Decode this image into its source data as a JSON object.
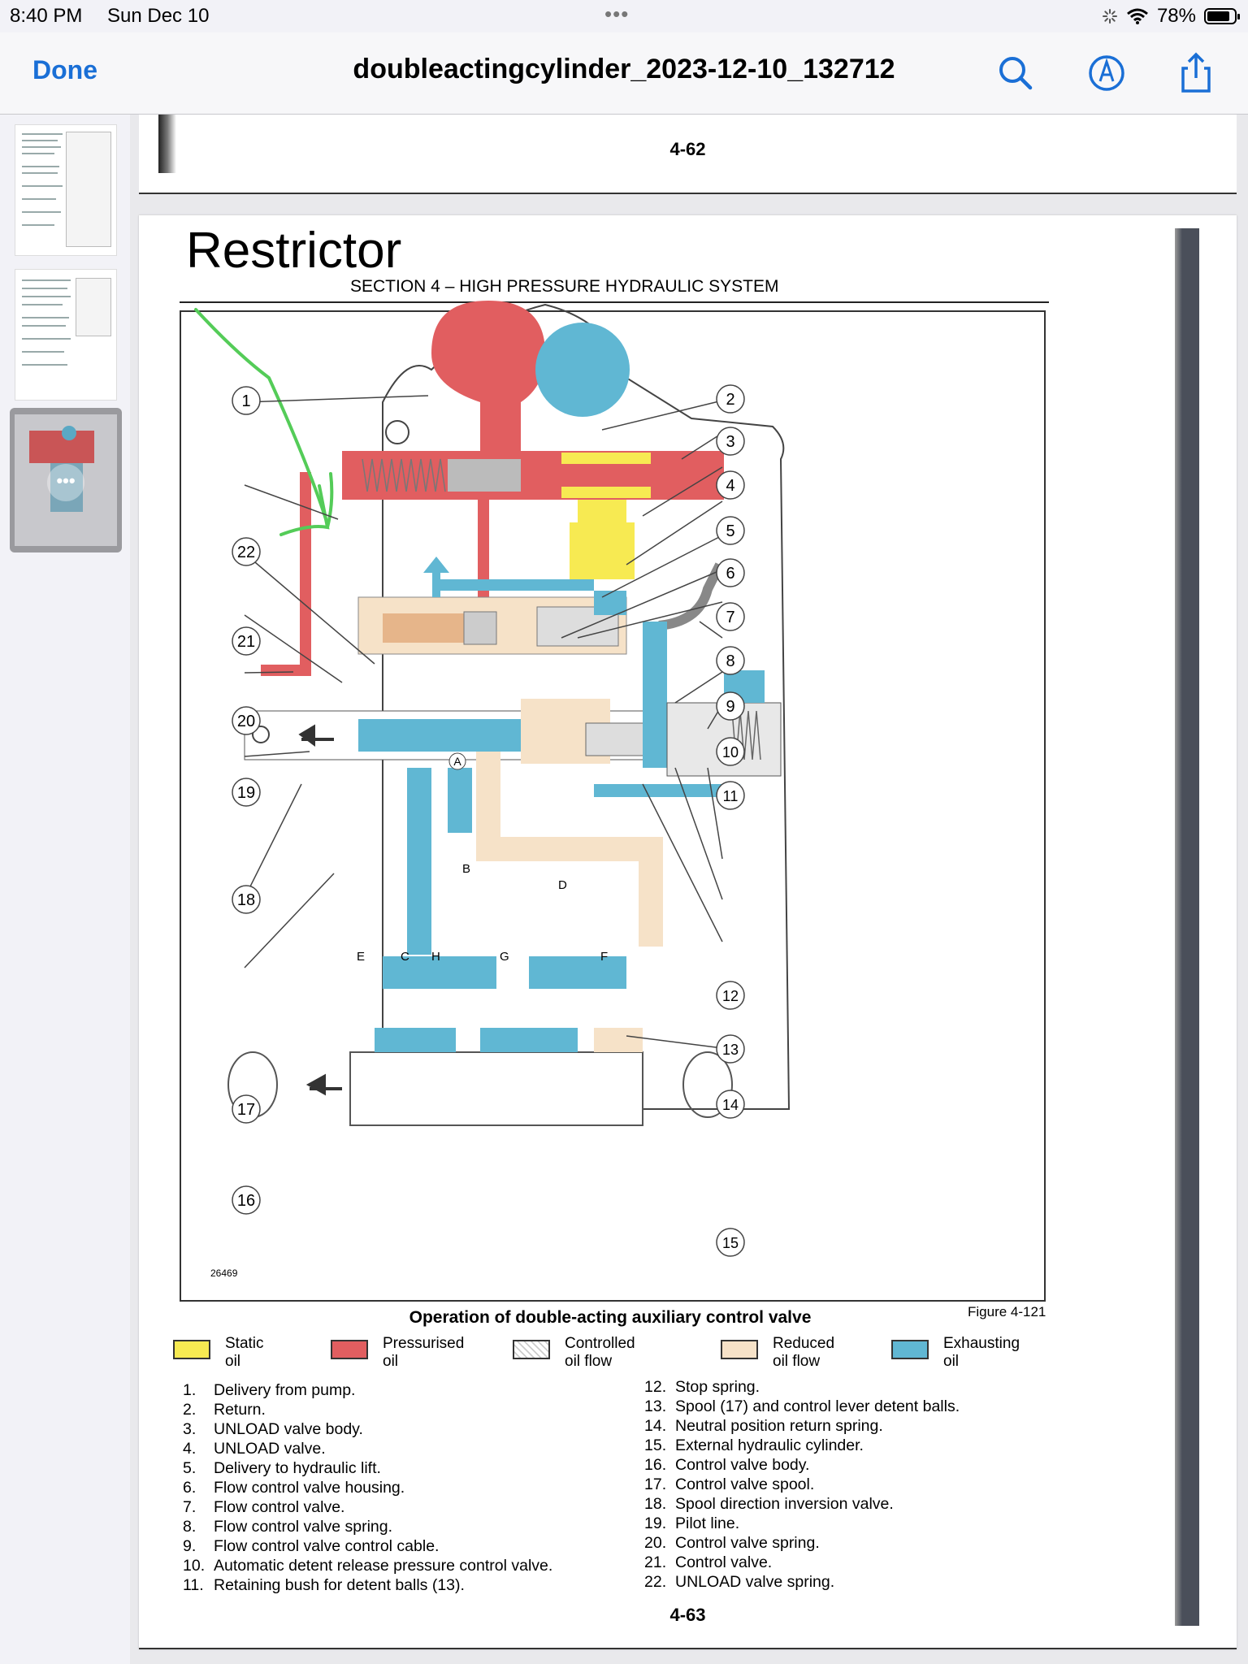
{
  "status_bar": {
    "time": "8:40 PM",
    "date": "Sun Dec 10",
    "battery_percent": "78%",
    "battery_level": 0.78
  },
  "nav": {
    "done_label": "Done",
    "title": "doubleactingcylinder_2023-12-10_132712",
    "icons": [
      "search-icon",
      "markup-icon",
      "share-icon"
    ],
    "accent_color": "#1a6fd6"
  },
  "sidebar": {
    "selected_index": 2,
    "thumbnail_count": 3
  },
  "prev_page": {
    "page_number": "4-62"
  },
  "page": {
    "annotation": "Restrictor",
    "section_header": "SECTION 4 – HIGH PRESSURE HYDRAULIC SYSTEM",
    "reference_number": "26469",
    "caption": "Operation of double-acting auxiliary control valve",
    "figure_number": "Figure 4-121",
    "page_number": "4-63",
    "callouts": [
      "1",
      "2",
      "3",
      "4",
      "5",
      "6",
      "7",
      "8",
      "9",
      "10",
      "11",
      "12",
      "13",
      "14",
      "15",
      "16",
      "17",
      "18",
      "19",
      "20",
      "21",
      "22"
    ],
    "port_labels": [
      "A",
      "B",
      "C",
      "D",
      "E",
      "F",
      "G",
      "H"
    ],
    "legend": [
      {
        "line1": "Static",
        "line2": "oil",
        "color": "#f7ea52"
      },
      {
        "line1": "Pressurised",
        "line2": "oil",
        "color": "#e15e60"
      },
      {
        "line1": "Controlled",
        "line2": "oil flow",
        "color": "#ffffff"
      },
      {
        "line1": "Reduced",
        "line2": "oil flow",
        "color": "#f6e2c8"
      },
      {
        "line1": "Exhausting",
        "line2": "oil",
        "color": "#60b7d3"
      }
    ],
    "parts_left": [
      {
        "num": "1.",
        "text": "Delivery from pump."
      },
      {
        "num": "2.",
        "text": "Return."
      },
      {
        "num": "3.",
        "text": "UNLOAD valve body."
      },
      {
        "num": "4.",
        "text": "UNLOAD valve."
      },
      {
        "num": "5.",
        "text": "Delivery to hydraulic lift."
      },
      {
        "num": "6.",
        "text": "Flow control valve housing."
      },
      {
        "num": "7.",
        "text": "Flow control valve."
      },
      {
        "num": "8.",
        "text": "Flow control valve spring."
      },
      {
        "num": "9.",
        "text": "Flow control valve control cable."
      },
      {
        "num": "10.",
        "text": "Automatic detent release pressure control valve."
      },
      {
        "num": "11.",
        "text": "Retaining bush for detent balls (13)."
      }
    ],
    "parts_right": [
      {
        "num": "12.",
        "text": "Stop spring."
      },
      {
        "num": "13.",
        "text": "Spool (17) and control lever detent balls."
      },
      {
        "num": "14.",
        "text": "Neutral position return spring."
      },
      {
        "num": "15.",
        "text": "External hydraulic cylinder."
      },
      {
        "num": "16.",
        "text": "Control valve body."
      },
      {
        "num": "17.",
        "text": "Control valve spool."
      },
      {
        "num": "18.",
        "text": "Spool direction inversion valve."
      },
      {
        "num": "19.",
        "text": "Pilot line."
      },
      {
        "num": "20.",
        "text": "Control valve spring."
      },
      {
        "num": "21.",
        "text": "Control valve."
      },
      {
        "num": "22.",
        "text": "UNLOAD valve spring."
      }
    ]
  }
}
